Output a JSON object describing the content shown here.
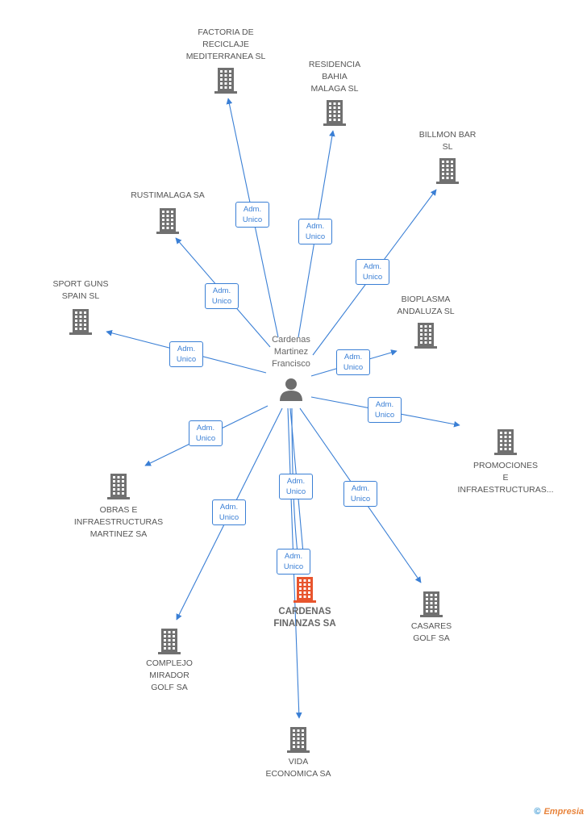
{
  "person": {
    "name_lines": [
      "Cardenas",
      "Martinez",
      "Francisco"
    ]
  },
  "edge_text": {
    "line1": "Adm.",
    "line2": "Unico"
  },
  "colors": {
    "edge": "#3a7fd5",
    "building": "#707070",
    "building_focus": "#e8552e"
  },
  "companies": [
    {
      "id": "factoria",
      "lines": [
        "FACTORIA DE",
        "RECICLAJE",
        "MEDITERRANEA SL"
      ]
    },
    {
      "id": "residencia",
      "lines": [
        "RESIDENCIA",
        "BAHIA",
        "MALAGA SL"
      ]
    },
    {
      "id": "billmon",
      "lines": [
        "BILLMON BAR",
        "SL"
      ]
    },
    {
      "id": "rustimalaga",
      "lines": [
        "RUSTIMALAGA SA"
      ]
    },
    {
      "id": "sportguns",
      "lines": [
        "SPORT GUNS",
        "SPAIN SL"
      ]
    },
    {
      "id": "bioplasma",
      "lines": [
        "BIOPLASMA",
        "ANDALUZA SL"
      ]
    },
    {
      "id": "promociones",
      "lines": [
        "PROMOCIONES",
        "E",
        "INFRAESTRUCTURAS..."
      ]
    },
    {
      "id": "obras",
      "lines": [
        "OBRAS E",
        "INFRAESTRUCTURAS",
        "MARTINEZ SA"
      ]
    },
    {
      "id": "cardenas",
      "lines": [
        "CARDENAS",
        "FINANZAS SA"
      ],
      "focus": true
    },
    {
      "id": "casares",
      "lines": [
        "CASARES",
        "GOLF SA"
      ]
    },
    {
      "id": "complejo",
      "lines": [
        "COMPLEJO",
        "MIRADOR",
        "GOLF SA"
      ]
    },
    {
      "id": "vida",
      "lines": [
        "VIDA",
        "ECONOMICA SA"
      ]
    }
  ],
  "footer": {
    "copyright_symbol": "©",
    "brand": "Empresia"
  }
}
